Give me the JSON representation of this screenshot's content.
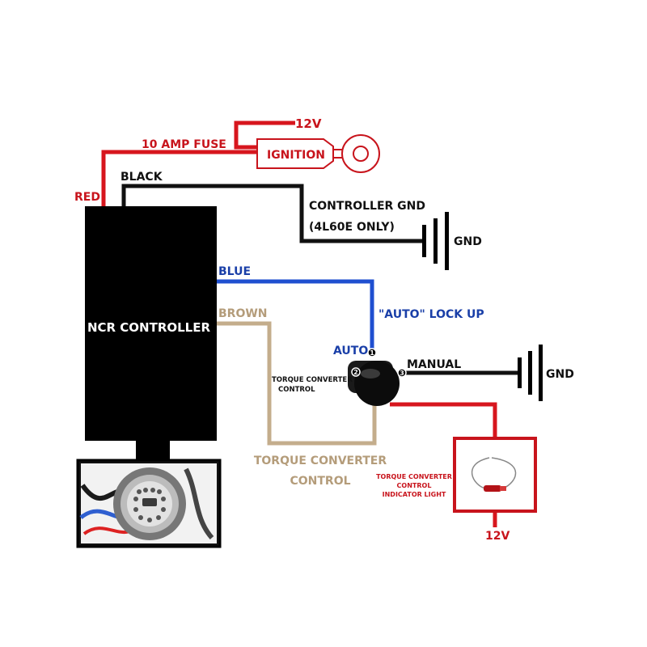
{
  "colors": {
    "red_wire": "#d7161e",
    "black_wire": "#111111",
    "blue_wire": "#1f4fd0",
    "brown_wire": "#c4ad8c",
    "controller_body": "#000000",
    "label_red": "#c8141c",
    "label_blue": "#1a3fa8",
    "label_brown": "#b49c7a"
  },
  "icons": {
    "ignition": "ignition-key-icon",
    "ground": "ground-symbol-icon",
    "switch": "rocker-switch-icon",
    "indicator": "indicator-light-icon",
    "connector": "transmission-connector-icon"
  },
  "labels": {
    "v12_top": "12V",
    "fuse": "10 AMP FUSE",
    "ignition": "IGNITION",
    "red": "RED",
    "black": "BLACK",
    "controller_gnd_1": "CONTROLLER GND",
    "controller_gnd_2": "(4L60E ONLY)",
    "gnd_top": "GND",
    "blue": "BLUE",
    "auto_lockup": "\"AUTO\" LOCK UP",
    "brown": "BROWN",
    "controller_name": "NCR CONTROLLER",
    "auto": "AUTO",
    "manual": "MANUAL",
    "gnd_right": "GND",
    "tcc_switch_1": "TORQUE CONVERTER",
    "tcc_switch_2": "CONTROL",
    "tcc_bottom_1": "TORQUE CONVERTER",
    "tcc_bottom_2": "CONTROL",
    "indicator_1": "TORQUE CONVERTER",
    "indicator_2": "CONTROL",
    "indicator_3": "INDICATOR LIGHT",
    "v12_bottom": "12V",
    "pin1": "1",
    "pin2": "2",
    "pin3": "3"
  }
}
